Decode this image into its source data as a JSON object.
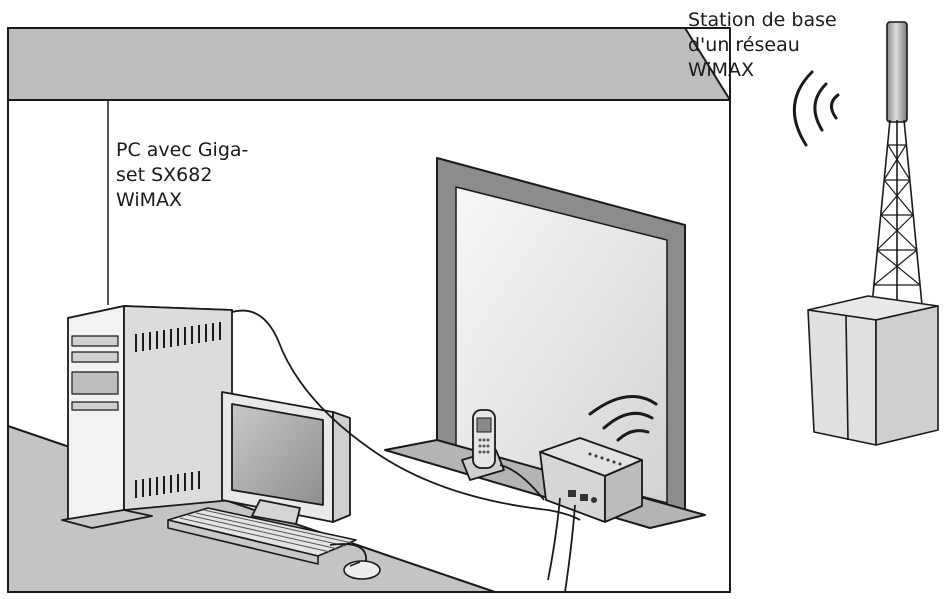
{
  "labels": {
    "pc": [
      "PC avec Giga-",
      "set SX682",
      "WiMAX"
    ],
    "base_station": [
      "Station de base",
      "d'un réseau",
      "WiMAX"
    ]
  },
  "colors": {
    "wall_gray": "#bdbdbd",
    "floor_gray": "#c4c4c4",
    "frame_gray": "#8c8c8c",
    "glass_light": "#e9e9e9",
    "outline": "#1a1a1a"
  }
}
